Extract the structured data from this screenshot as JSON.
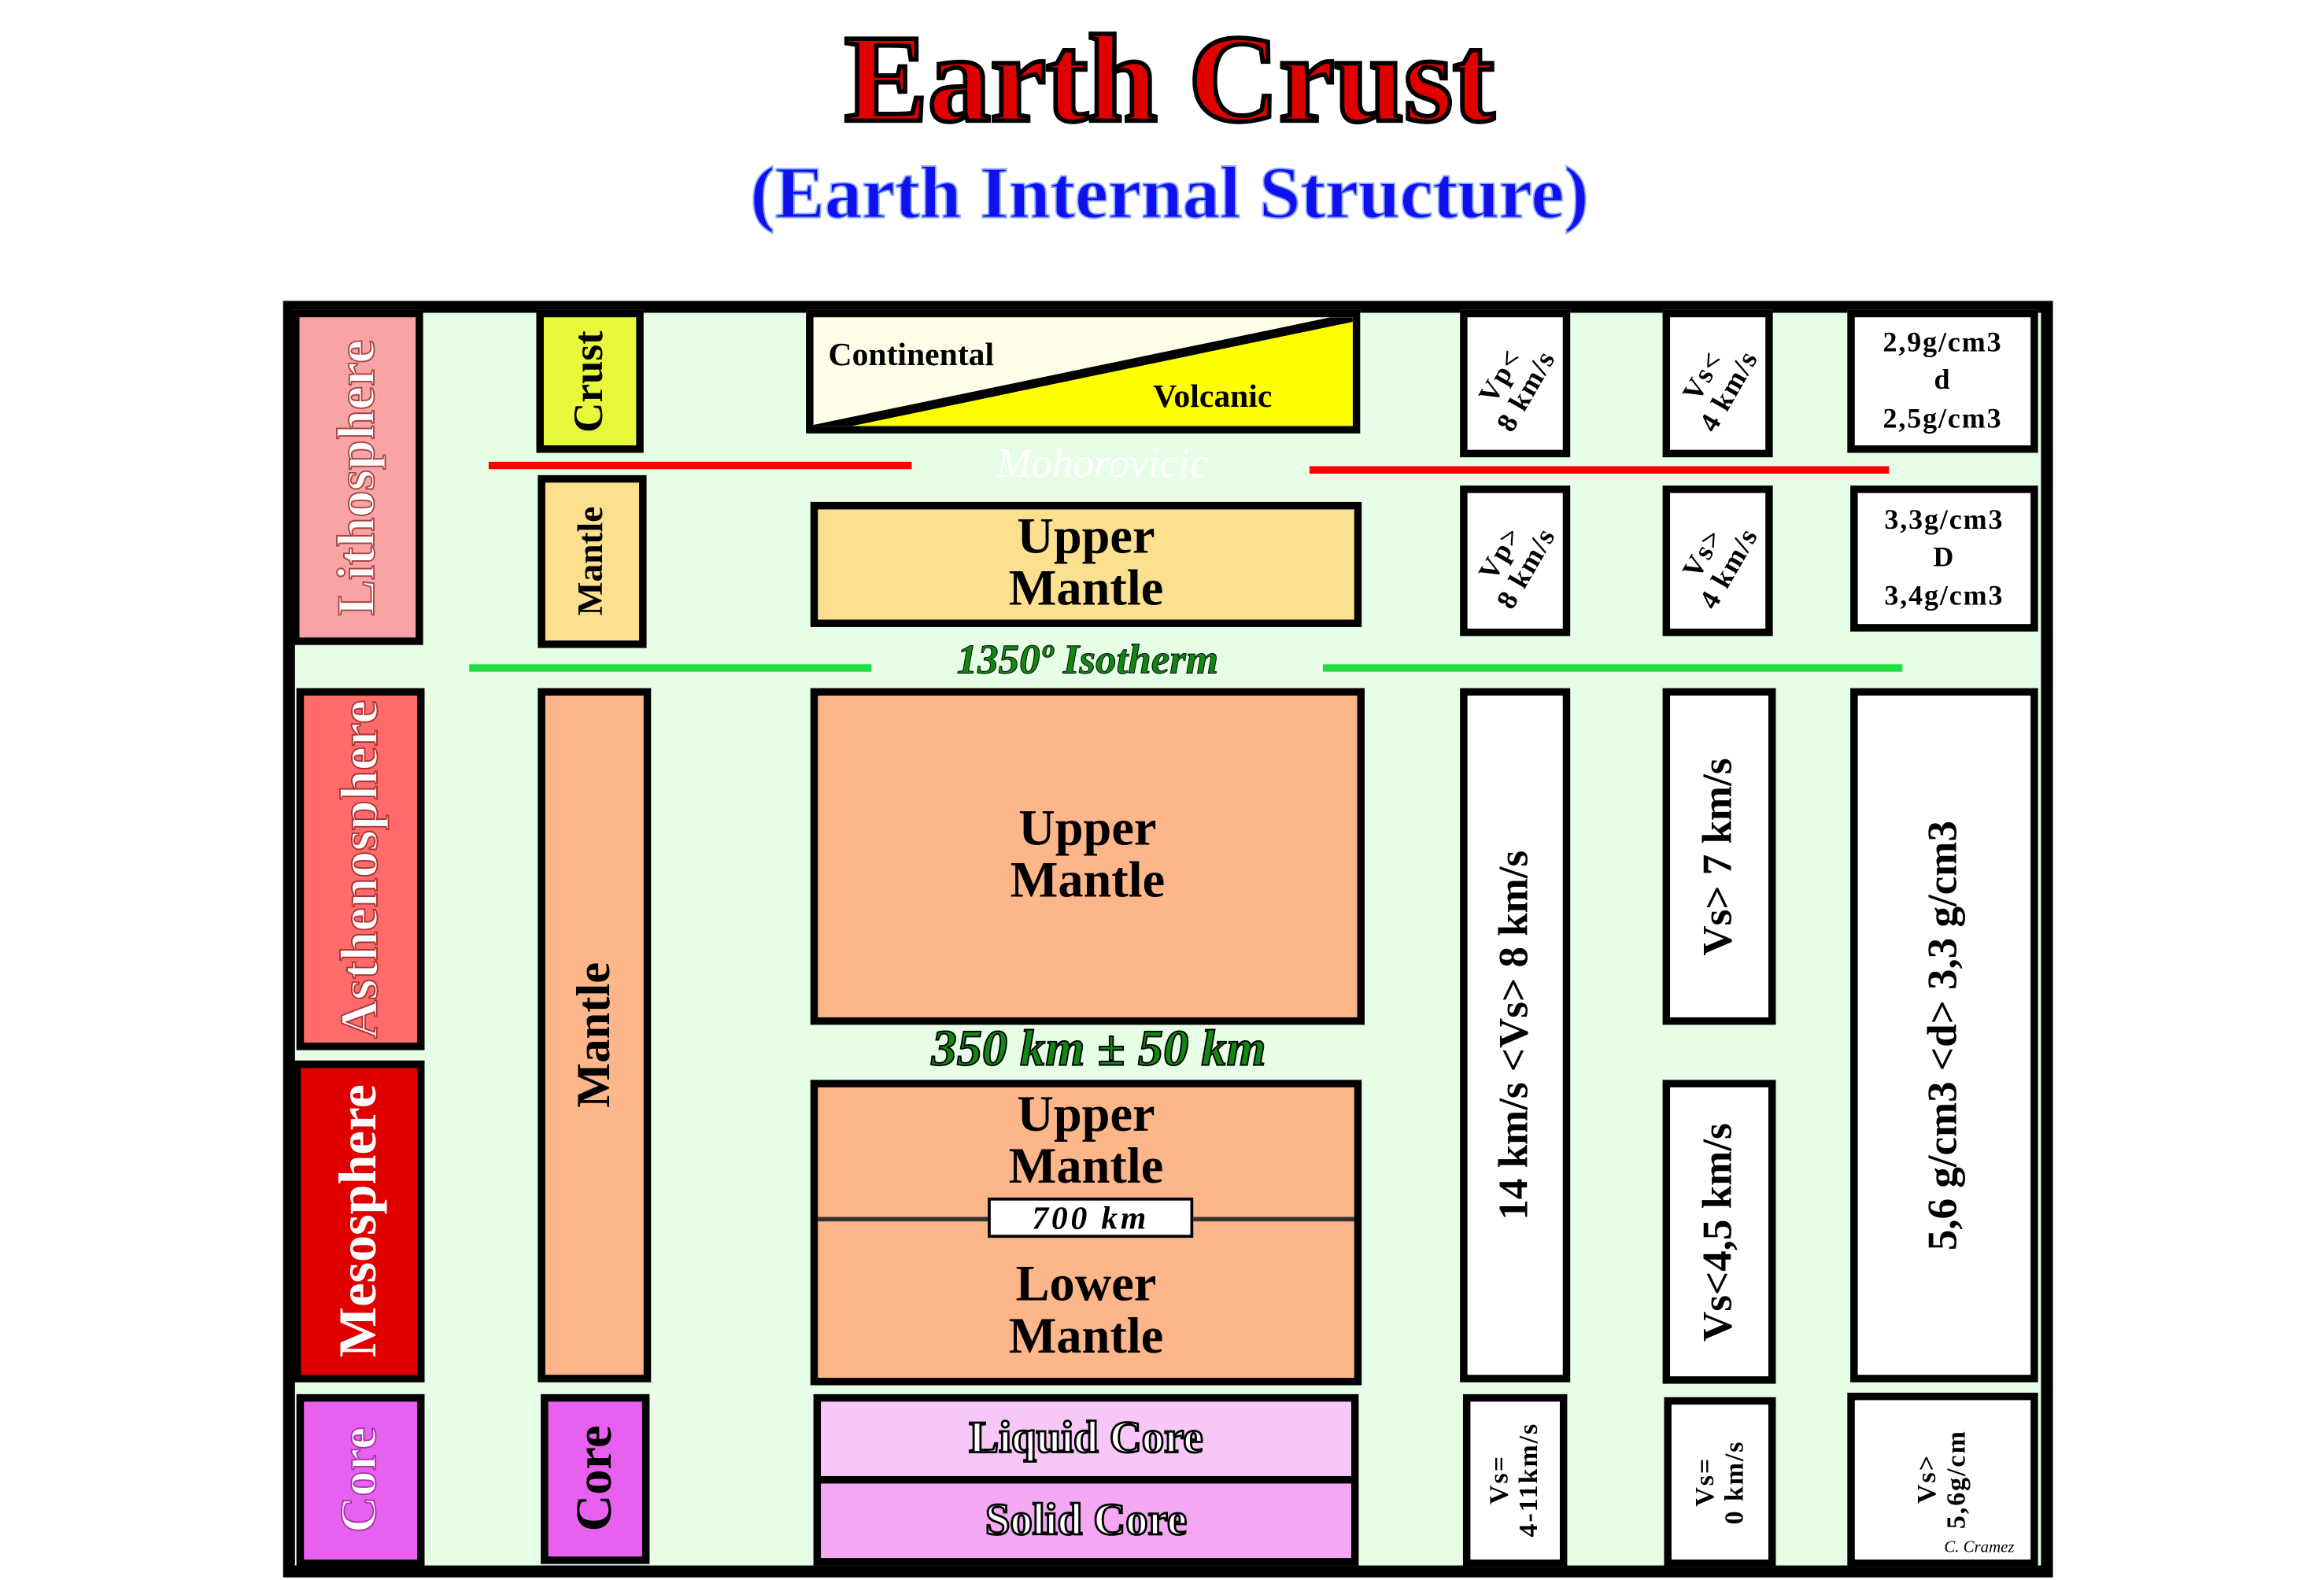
{
  "title": "Earth Crust",
  "subtitle": "(Earth Internal Structure)",
  "colors": {
    "frame_bg": "#e6fde6",
    "lithosphere": "#f9a4a4",
    "asthenosphere": "#ff6b6b",
    "mesosphere": "#e00000",
    "core": "#e860f0",
    "crust": "#e8f83a",
    "upper_mantle_lith": "#fce090",
    "mantle": "#fdb58a",
    "liquid_core": "#f7c8f7",
    "solid_core": "#f4a8f4",
    "moho_line": "#ff0000",
    "isotherm_line": "#22dd44"
  },
  "mechanical_layers": [
    "Lithosphere",
    "Asthenosphere",
    "Mesosphere",
    "Core"
  ],
  "chemical_layers": [
    "Crust",
    "Mantle",
    "Mantle",
    "Core"
  ],
  "detail": {
    "continental": "Continental",
    "volcanic": "Volcanic",
    "upper_mantle_lith": "Upper\nMantle",
    "upper_mantle_asth": "Upper\nMantle",
    "upper_mantle_meso": "Upper\nMantle",
    "depth_700": "700 km",
    "lower_mantle": "Lower\nMantle",
    "liquid_core": "Liquid Core",
    "solid_core": "Solid Core"
  },
  "boundaries": {
    "moho": "Mohorovicic",
    "isotherm": "1350º Isotherm",
    "depth_350": "350 km ± 50 km"
  },
  "vp_column": [
    "Vp<\n8 km/s",
    "Vp>\n8 km/s",
    "14 km/s <Vs> 8 km/s",
    "Vs=\n4-11km/s"
  ],
  "vs_column": [
    "Vs<\n4 km/s",
    "Vs>\n4 km/s",
    "Vs> 7 km/s",
    "Vs<4,5 km/s",
    "Vs=\n0 km/s"
  ],
  "density_column": [
    "2,9g/cm3\nd\n2,5g/cm3",
    "3,3g/cm3\nD\n3,4g/cm3",
    "5,6 g/cm3 <d> 3,3 g/cm3",
    "Vs>\n5,6g/cm"
  ],
  "author": "C. Cramez"
}
